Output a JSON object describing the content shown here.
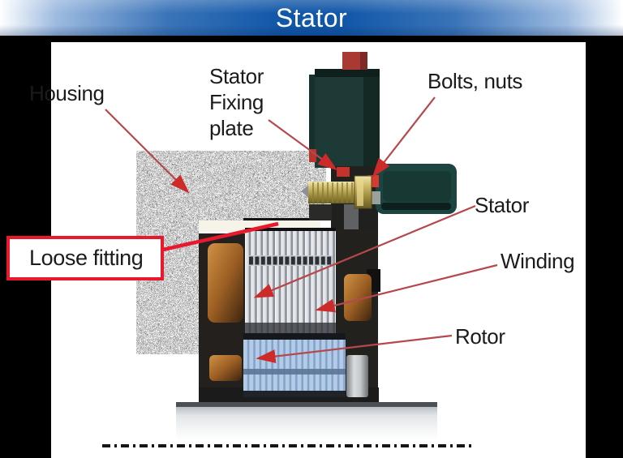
{
  "banner": {
    "title": "Stator",
    "gradient_center": "#1157a8",
    "gradient_edge": "#ffffff",
    "text_color": "#ffffff"
  },
  "labels": {
    "housing": "Housing",
    "fixing_plate": [
      "Stator",
      "Fixing",
      "plate"
    ],
    "bolts_nuts": "Bolts, nuts",
    "stator": "Stator",
    "winding": "Winding",
    "rotor": "Rotor",
    "loose_fitting": "Loose fitting"
  },
  "colors": {
    "arrow_line": "#b5484d",
    "arrow_head": "#cd2a2a",
    "callout_border": "#e8192c",
    "mount_teal": "#1d3a36",
    "junction_box_teal": "#1c4541",
    "cap_red": "#a93a33",
    "bolt_brass": "#b6a34f",
    "winding_copper": "#9c5f23",
    "stator_lamination": "#8e949d",
    "rotor_lamination": "#84a3c9",
    "housing_granite": "#c9c9c9",
    "background": "#000000",
    "canvas": "#ffffff"
  }
}
